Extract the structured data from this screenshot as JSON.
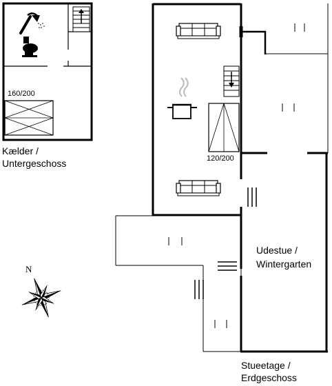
{
  "basement": {
    "label_line1": "Kælder /",
    "label_line2": "Untergeschoss",
    "bed_size": "160/200"
  },
  "ground_floor": {
    "label_line1": "Stueetage /",
    "label_line2": "Erdgeschoss",
    "bed_size": "120/200",
    "room_label_line1": "Udestue /",
    "room_label_line2": "Wintergarten"
  },
  "compass": {
    "north_letter": "N"
  },
  "icons": [
    "shower-icon",
    "toilet-icon",
    "stairs-icon",
    "sofa-icon",
    "cooking-pot-icon",
    "bed-icon",
    "window-icon",
    "compass-rose-icon"
  ],
  "colors": {
    "wall": "#000000",
    "outline": "#000000",
    "background": "#ffffff"
  }
}
